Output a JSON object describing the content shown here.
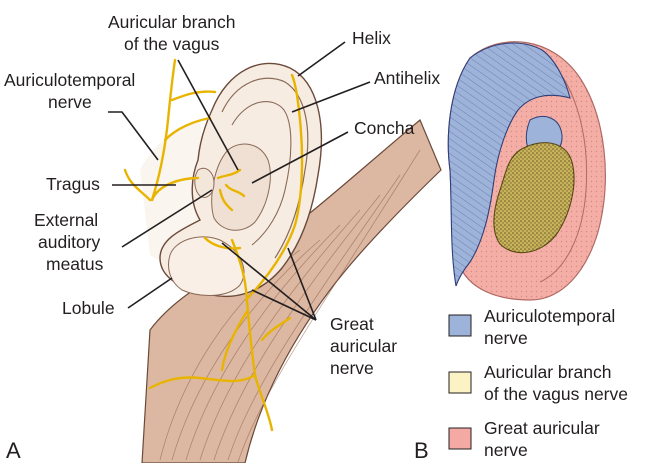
{
  "panel_a": {
    "letter": "A",
    "labels": {
      "auricular_branch_line1": "Auricular branch",
      "auricular_branch_line2": "of the vagus",
      "helix": "Helix",
      "antihelix": "Antihelix",
      "auriculotemporal_line1": "Auriculotemporal",
      "auriculotemporal_line2": "nerve",
      "concha": "Concha",
      "tragus": "Tragus",
      "external_line1": "External",
      "external_line2": "auditory",
      "external_line3": "meatus",
      "lobule": "Lobule",
      "great_line1": "Great",
      "great_line2": "auricular",
      "great_line3": "nerve"
    }
  },
  "panel_b": {
    "letter": "B",
    "legend": [
      {
        "line1": "Auriculotemporal",
        "line2": "nerve",
        "color": "#9db3d9"
      },
      {
        "line1": "Auricular branch",
        "line2": "of the vagus nerve",
        "color": "#fbf3c4"
      },
      {
        "line1": "Great auricular",
        "line2": "nerve",
        "color": "#f4a9a3"
      }
    ]
  },
  "colors": {
    "nerve_yellow": "#e8b400",
    "skin": "#f6ece3",
    "muscle": "#d9b39b",
    "blue_region": "#9db3d9",
    "yellow_region": "#c9b35a",
    "pink_region": "#f4aea6"
  }
}
